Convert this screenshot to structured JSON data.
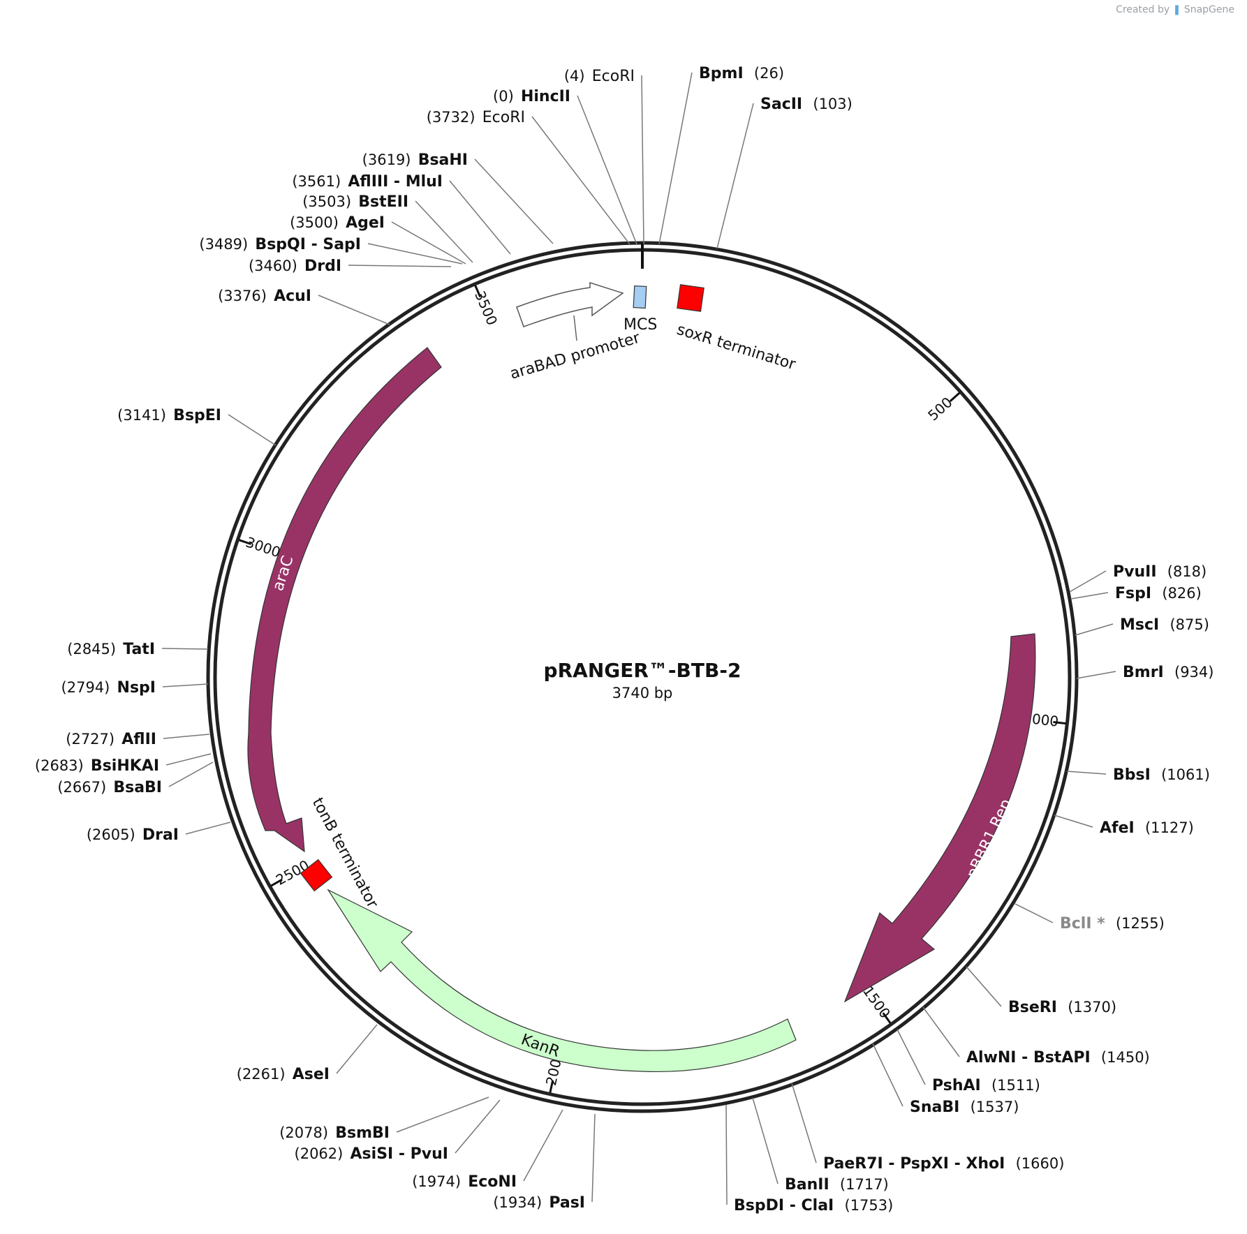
{
  "credit": {
    "prefix": "Created by",
    "brand": "SnapGene"
  },
  "plasmid": {
    "name": "pRANGER™-BTB-2",
    "size_label": "3740 bp",
    "length": 3740
  },
  "ticks": [
    {
      "pos": 500,
      "label": "500"
    },
    {
      "pos": 1000,
      "label": "1000"
    },
    {
      "pos": 1500,
      "label": "1500"
    },
    {
      "pos": 2000,
      "label": "2000"
    },
    {
      "pos": 2500,
      "label": "2500"
    },
    {
      "pos": 3000,
      "label": "3000"
    },
    {
      "pos": 3500,
      "label": "3500"
    }
  ],
  "features": [
    {
      "name": "araBAD promoter",
      "type": "promoter-arrow",
      "color": "#ffffff"
    },
    {
      "name": "MCS",
      "type": "box",
      "color": "#a6cdf2"
    },
    {
      "name": "soxR terminator",
      "type": "box",
      "color": "#ff0000"
    },
    {
      "name": "pBBR1 Rep",
      "type": "cds-arrow",
      "color": "#993366"
    },
    {
      "name": "KanR",
      "type": "cds-arrow",
      "color": "#ccffcc"
    },
    {
      "name": "tonB terminator",
      "type": "box",
      "color": "#ff0000"
    },
    {
      "name": "araC",
      "type": "cds-arrow",
      "color": "#993366"
    }
  ],
  "sites": [
    {
      "pos_label": "(4)",
      "name": "EcoRI",
      "bold": false
    },
    {
      "pos_label": "(0)",
      "name": "HincII",
      "bold": true
    },
    {
      "pos_label": "(3732)",
      "name": "EcoRI",
      "bold": false
    },
    {
      "pos_label": "(3619)",
      "name": "BsaHI",
      "bold": true
    },
    {
      "pos_label": "(3561)",
      "name": "AflIII - MluI",
      "bold": true
    },
    {
      "pos_label": "(3503)",
      "name": "BstEII",
      "bold": true
    },
    {
      "pos_label": "(3500)",
      "name": "AgeI",
      "bold": true
    },
    {
      "pos_label": "(3489)",
      "name": "BspQI - SapI",
      "bold": true
    },
    {
      "pos_label": "(3460)",
      "name": "DrdI",
      "bold": true
    },
    {
      "pos_label": "(3376)",
      "name": "AcuI",
      "bold": true
    },
    {
      "pos_label": "(3141)",
      "name": "BspEI",
      "bold": true
    },
    {
      "pos_label": "(2845)",
      "name": "TatI",
      "bold": true
    },
    {
      "pos_label": "(2794)",
      "name": "NspI",
      "bold": true
    },
    {
      "pos_label": "(2727)",
      "name": "AflII",
      "bold": true
    },
    {
      "pos_label": "(2683)",
      "name": "BsiHKAI",
      "bold": true
    },
    {
      "pos_label": "(2667)",
      "name": "BsaBI",
      "bold": true
    },
    {
      "pos_label": "(2605)",
      "name": "DraI",
      "bold": true
    },
    {
      "pos_label": "(2261)",
      "name": "AseI",
      "bold": true
    },
    {
      "pos_label": "(2078)",
      "name": "BsmBI",
      "bold": true
    },
    {
      "pos_label": "(2062)",
      "name": "AsiSI - PvuI",
      "bold": true
    },
    {
      "pos_label": "(1974)",
      "name": "EcoNI",
      "bold": true
    },
    {
      "pos_label": "(1934)",
      "name": "PasI",
      "bold": true
    },
    {
      "pos_label": "(26)",
      "name": "BpmI",
      "bold": true
    },
    {
      "pos_label": "(103)",
      "name": "SacII",
      "bold": true
    },
    {
      "pos_label": "(818)",
      "name": "PvuII",
      "bold": true
    },
    {
      "pos_label": "(826)",
      "name": "FspI",
      "bold": true
    },
    {
      "pos_label": "(875)",
      "name": "MscI",
      "bold": true
    },
    {
      "pos_label": "(934)",
      "name": "BmrI",
      "bold": true
    },
    {
      "pos_label": "(1061)",
      "name": "BbsI",
      "bold": true
    },
    {
      "pos_label": "(1127)",
      "name": "AfeI",
      "bold": true
    },
    {
      "pos_label": "(1255)",
      "name": "BclI *",
      "bold": true,
      "gray": true
    },
    {
      "pos_label": "(1370)",
      "name": "BseRI",
      "bold": true
    },
    {
      "pos_label": "(1450)",
      "name": "AlwNI - BstAPI",
      "bold": true
    },
    {
      "pos_label": "(1511)",
      "name": "PshAI",
      "bold": true
    },
    {
      "pos_label": "(1537)",
      "name": "SnaBI",
      "bold": true
    },
    {
      "pos_label": "(1660)",
      "name": "PaeR7I - PspXI - XhoI",
      "bold": true
    },
    {
      "pos_label": "(1717)",
      "name": "BanII",
      "bold": true
    },
    {
      "pos_label": "(1753)",
      "name": "BspDI - ClaI",
      "bold": true
    }
  ]
}
